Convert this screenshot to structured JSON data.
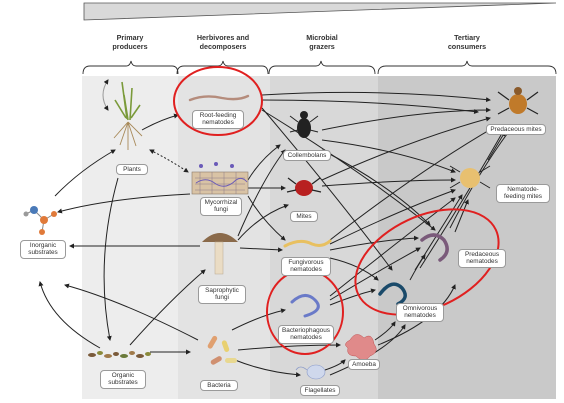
{
  "headers": {
    "primary": "Primary\nproducers",
    "herbivores": "Herbivores and\ndecomposers",
    "microbial": "Microbial\ngrazers",
    "tertiary": "Tertiary\nconsumers"
  },
  "nodes": {
    "plants": "Plants",
    "root_feeding": "Root-feeding\nnematodes",
    "mycorrhizal": "Mycorrhizal\nfungi",
    "saprophytic": "Saprophytic\nfungi",
    "bacteria": "Bacteria",
    "collembolans": "Collembolans",
    "mites": "Mites",
    "fungivorous": "Fungivorous\nnematodes",
    "bacteriophagous": "Bacteriophagous\nnematodes",
    "flagellates": "Flagellates",
    "amoeba": "Amoeba",
    "omnivorous": "Omnivorous\nnematodes",
    "predaceous_nematodes": "Predaceous\nnematodes",
    "predaceous_mites": "Predaceous mites",
    "nematode_feeding_mites": "Nematode-\nfeeding mites",
    "inorganic": "Inorganic\nsubstrates",
    "organic": "Organic\nsubstrates"
  },
  "colors": {
    "highlight": "#e02020",
    "arrow": "#222222"
  }
}
